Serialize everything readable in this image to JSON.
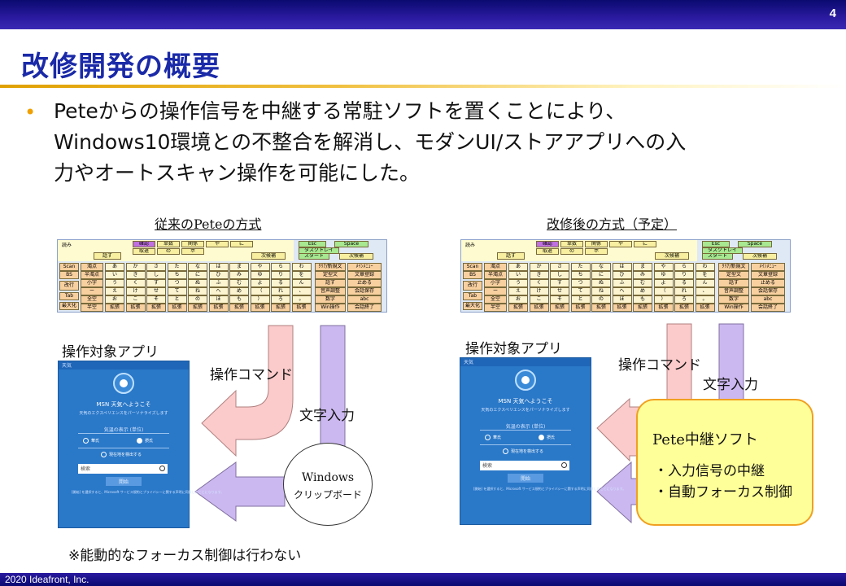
{
  "header": {
    "page_number": "4"
  },
  "title": "改修開発の概要",
  "bullet": {
    "lines": [
      "Peteからの操作信号を中継する常駐ソフトを置くことにより、",
      "Windows10環境との不整合を解消し、モダンUI/ストアアプリへの入",
      "力やオートスキャン操作を可能にした。"
    ]
  },
  "left_diagram": {
    "caption": "従来のPeteの方式",
    "app_label": "操作対象アプリ",
    "command_label": "操作コマンド",
    "text_input_label": "文字入力",
    "clipboard": {
      "line1": "Windows",
      "line2": "クリップボード"
    },
    "note": "※能動的なフォーカス制御は行わない"
  },
  "right_diagram": {
    "caption": "改修後の方式（予定）",
    "app_label": "操作対象アプリ",
    "command_label": "操作コマンド",
    "text_input_label": "文字入力",
    "relay": {
      "title": "Pete中継ソフト",
      "items": [
        "・入力信号の中継",
        "・自動フォーカス制御"
      ]
    }
  },
  "keyboard": {
    "read": "読み",
    "top_keys": [
      "確認",
      "単数",
      "関係",
      "や",
      "に"
    ],
    "row2": [
      "取退",
      "の",
      "ホ"
    ],
    "speak": "話す",
    "next": "次候補",
    "esc": "Esc",
    "space": "Space",
    "taskbar": "タスクトレイ",
    "start": "スタート",
    "next2": "次候補",
    "side": [
      "Scan",
      "BS",
      "改行",
      "Tab",
      "最大化"
    ],
    "col2": [
      "濁点",
      "半濁点",
      "小字",
      "ー",
      "全空",
      "半空"
    ],
    "grid_rows": [
      [
        "あ",
        "か",
        "さ",
        "た",
        "な",
        "は",
        "ま",
        "や",
        "ら",
        "わ"
      ],
      [
        "い",
        "き",
        "し",
        "ち",
        "に",
        "ひ",
        "み",
        "ゆ",
        "り",
        "を"
      ],
      [
        "う",
        "く",
        "す",
        "つ",
        "ぬ",
        "ふ",
        "む",
        "よ",
        "る",
        "ん"
      ],
      [
        "え",
        "け",
        "せ",
        "て",
        "ね",
        "へ",
        "め",
        "（",
        "れ",
        "、"
      ],
      [
        "お",
        "こ",
        "そ",
        "と",
        "の",
        "ほ",
        "も",
        "）",
        "ろ",
        "。"
      ],
      [
        "拡張",
        "拡張",
        "拡張",
        "拡張",
        "拡張",
        "拡張",
        "拡張",
        "拡張",
        "拡張",
        "拡張"
      ]
    ],
    "right1": [
      "ｸﾘｱ/新規文",
      "定型文",
      "話す",
      "音声調整",
      "数字",
      "Win操作"
    ],
    "right2": [
      "ﾒｲﾝﾒﾆｭｰ",
      "文章登録",
      "止める",
      "会話保存",
      "abc",
      "会話終了"
    ]
  },
  "app": {
    "window_title": "天気",
    "welcome": "MSN 天気へようこそ",
    "subtitle": "天気のエクスペリエンスをパーソナライズします",
    "unit_label": "気温の表示 (単位)",
    "opt_f": "華氏",
    "opt_c": "摂氏",
    "detect": "現在地を検出する",
    "search_placeholder": "検索",
    "start_button": "開始",
    "fine_print": "[開始] を選択すると、Microsoft サービス規約とプライバシーに関する声明に同意したことになります。"
  },
  "footer": {
    "text": "2020 Ideafront, Inc."
  },
  "colors": {
    "pink_arrow": "#fbcaca",
    "purple_arrow": "#ccb8f0",
    "title": "#1a2aa8",
    "accent": "#f0a000"
  }
}
